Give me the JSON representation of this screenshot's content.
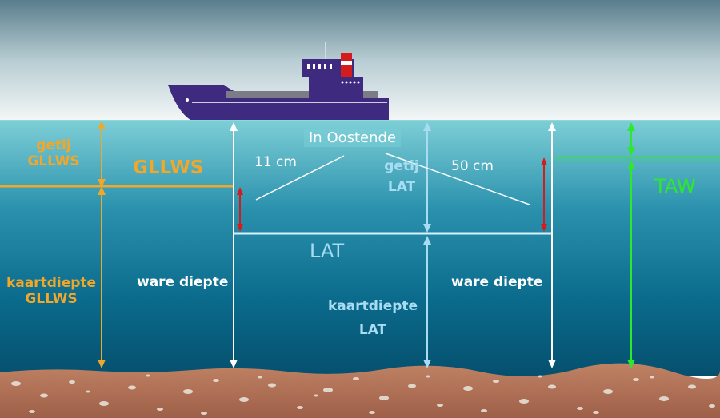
{
  "left": {
    "getij_line1": "getij",
    "getij_line2": "GLLWS",
    "gllws_big": "GLLWS",
    "kaartdiepte_line1": "kaartdiepte",
    "kaartdiepte_line2": "GLLWS"
  },
  "middle": {
    "ware_diepte_left": "ware diepte",
    "ware_diepte_right": "ware diepte",
    "in_oostende": "In Oostende",
    "cm_left": "11 cm",
    "cm_right": "50 cm",
    "getij_line1": "getij",
    "getij_line2": "LAT",
    "lat_big": "LAT",
    "kaartdiepte_line1": "kaartdiepte",
    "kaartdiepte_line2": "LAT"
  },
  "right": {
    "taw": "TAW"
  },
  "colors": {
    "sky_top": "#5a7d8c",
    "sky_bottom": "#f4f7f7",
    "water_top": "#7ecfd6",
    "water_bottom": "#05506e",
    "seabed": "#b0725a",
    "ship_hull": "#3e2a7e",
    "orange": "#f0a72a",
    "white": "#ffffff",
    "light_blue": "#a8dcf2",
    "green": "#2ee82e",
    "red": "#d41c1c"
  }
}
